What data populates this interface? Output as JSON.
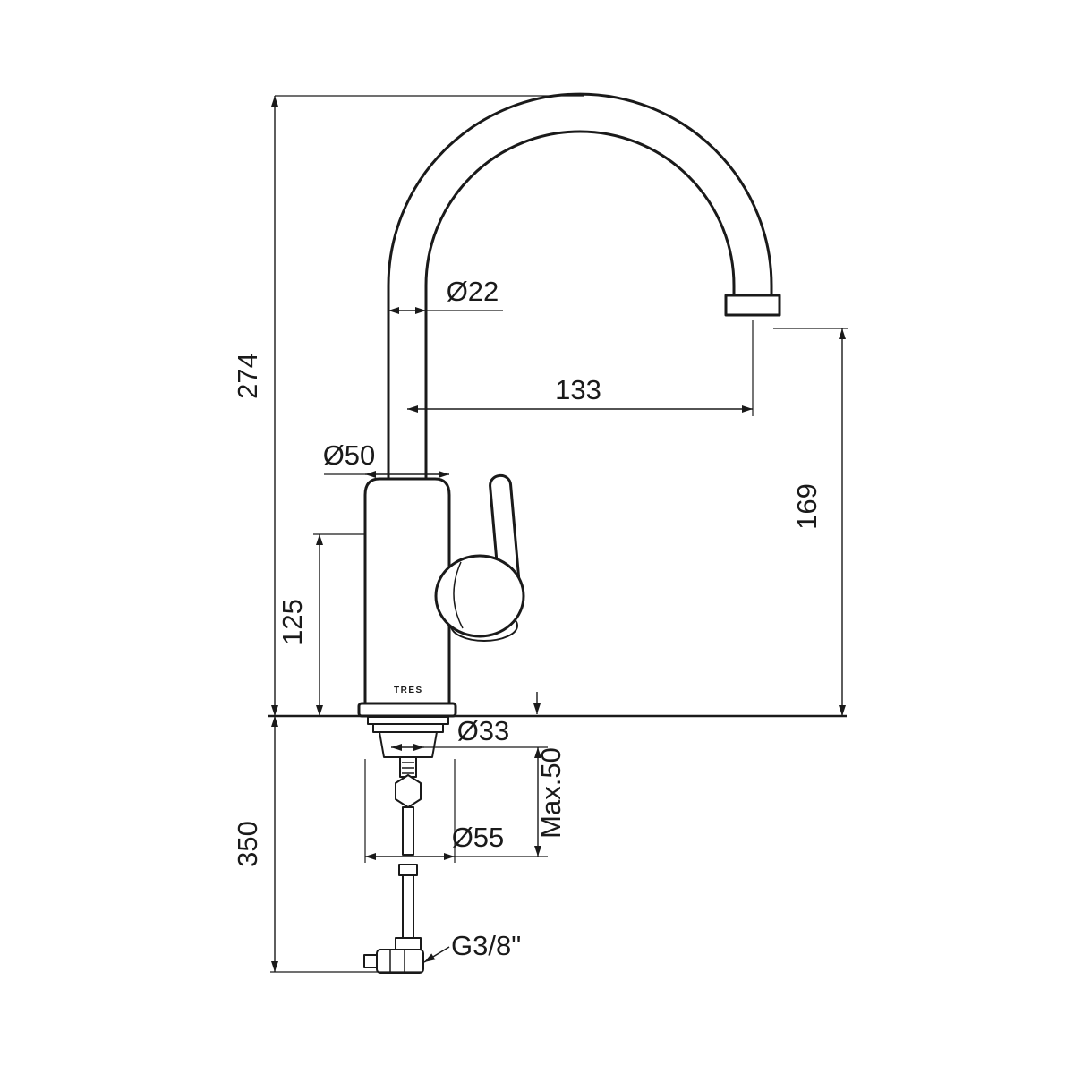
{
  "drawing": {
    "type": "technical-drawing",
    "subject": "Single-lever kitchen mixer tap with high arc swivel spout - dimensional diagram",
    "brand": "TRES",
    "colors": {
      "line": "#1a1a1a",
      "background": "#ffffff"
    },
    "dimensions": {
      "total_height": "274",
      "below_deck_depth": "350",
      "body_height": "125",
      "spout_tube_diameter": "Ø22",
      "spout_reach": "133",
      "spout_clearance": "169",
      "body_diameter": "Ø50",
      "hole_diameter": "Ø33",
      "max_deck_thickness": "Max.50",
      "base_diameter": "Ø55",
      "supply_connection": "G3/8\""
    }
  }
}
